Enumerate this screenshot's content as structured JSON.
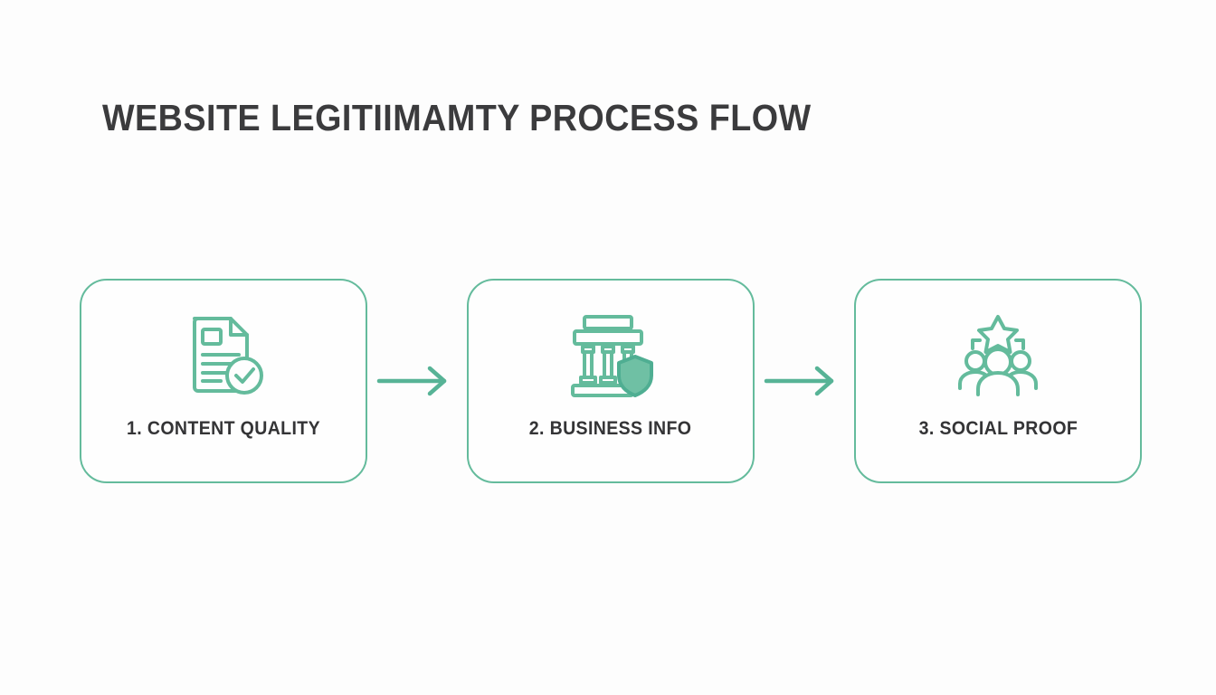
{
  "page": {
    "title": "WEBSITE LEGITIIMAMTY PROCESS FLOW",
    "background_color": "#fdfdfd",
    "title_color": "#3b3b3d",
    "accent_color": "#64bb9c",
    "label_color": "#343436"
  },
  "flow": {
    "steps": [
      {
        "label": "1. CONTENT QUALITY",
        "icon": "document-check-icon",
        "number": "1"
      },
      {
        "label": "2. BUSINESS INFO",
        "icon": "bank-shield-icon",
        "number": "2"
      },
      {
        "label": "3. SOCIAL PROOF",
        "icon": "people-star-icon",
        "number": "3"
      }
    ],
    "connectors": [
      {
        "icon": "arrow-right-icon"
      },
      {
        "icon": "arrow-right-icon"
      }
    ]
  }
}
